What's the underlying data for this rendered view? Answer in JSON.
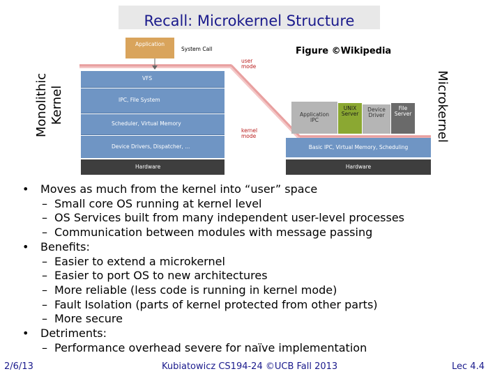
{
  "title": "Recall: Microkernel Structure",
  "figure_caption": "Figure ©Wikipedia",
  "side_labels": {
    "monolithic_line1": "Monolithic",
    "monolithic_line2": "Kernel",
    "microkernel": "Microkernel"
  },
  "diagram": {
    "application": "Application",
    "system_call": "System Call",
    "user_mode": [
      "user",
      "mode"
    ],
    "kernel_mode": [
      "kernel",
      "mode"
    ],
    "vfs": "VFS",
    "ipc_fs": "IPC, File System",
    "scheduler_vm": "Scheduler, Virtual Memory",
    "device_drivers": "Device Drivers, Dispatcher, ...",
    "hardware_left": "Hardware",
    "app_ipc": [
      "Application",
      "IPC"
    ],
    "unix_server": [
      "UNIX",
      "Server"
    ],
    "device_driver": [
      "Device",
      "Driver"
    ],
    "file_server": [
      "File",
      "Server"
    ],
    "basic_ipc": "Basic IPC, Virtual Memory, Scheduling",
    "hardware_right": "Hardware"
  },
  "bullets": [
    {
      "text": "Moves as much from the kernel into “user” space",
      "subs": [
        "Small core OS running at kernel level",
        "OS Services built from many independent user-level processes",
        "Communication between modules with message passing"
      ]
    },
    {
      "text": "Benefits:",
      "subs": [
        "Easier to extend a microkernel",
        "Easier to port OS to new architectures",
        "More reliable (less code is running in kernel mode)",
        "Fault Isolation (parts of kernel protected from other parts)",
        "More secure"
      ]
    },
    {
      "text": "Detriments:",
      "subs": [
        "Performance overhead severe for naïve implementation"
      ]
    }
  ],
  "footer": {
    "date": "2/6/13",
    "course": "Kubiatowicz CS194-24 ©UCB Fall 2013",
    "page": "Lec 4.4"
  },
  "colors": {
    "title": "#1a1a8c",
    "application_box": "#d9a45c",
    "kernel_box": "#6f95c4",
    "hardware_box": "#3e3e3e",
    "server_box": "#b5b5b5",
    "server_dark": "#6a6a6a",
    "server_green": "#8ba832",
    "mode_label": "#b81b1b",
    "user_region": "#f4c7c7"
  }
}
